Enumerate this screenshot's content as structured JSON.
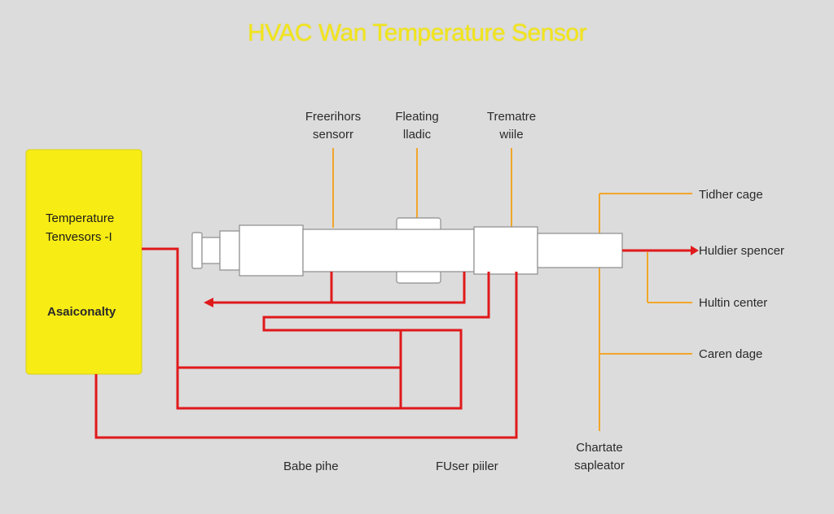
{
  "title": "HVAC Wan Temperature Sensor",
  "colors": {
    "background": "#dcdcdc",
    "title": "#f2e51c",
    "yellow_box": "#f7ec14",
    "red_wire": "#e0191b",
    "orange_leader": "#f2a62a",
    "sensor_body": "#ffffff",
    "sensor_outline": "#8c8c8c"
  },
  "yellow_box": {
    "line1": "Temperature",
    "line2": "Tenvesors -I",
    "line3": "Asaiconalty"
  },
  "top_labels": [
    {
      "line1": "Freerihors",
      "line2": "sensorr"
    },
    {
      "line1": "Fleating",
      "line2": "lladic"
    },
    {
      "line1": "Trematre",
      "line2": "wiile"
    }
  ],
  "right_labels": [
    {
      "text": "Tidher cage"
    },
    {
      "text": "Huldier spencer"
    },
    {
      "text": "Hultin center"
    },
    {
      "text": "Caren dage"
    }
  ],
  "bottom_labels": [
    {
      "text": "Babe pihe"
    },
    {
      "text": "FUser piiler"
    },
    {
      "line1": "Chartate",
      "line2": "sapleator"
    }
  ]
}
